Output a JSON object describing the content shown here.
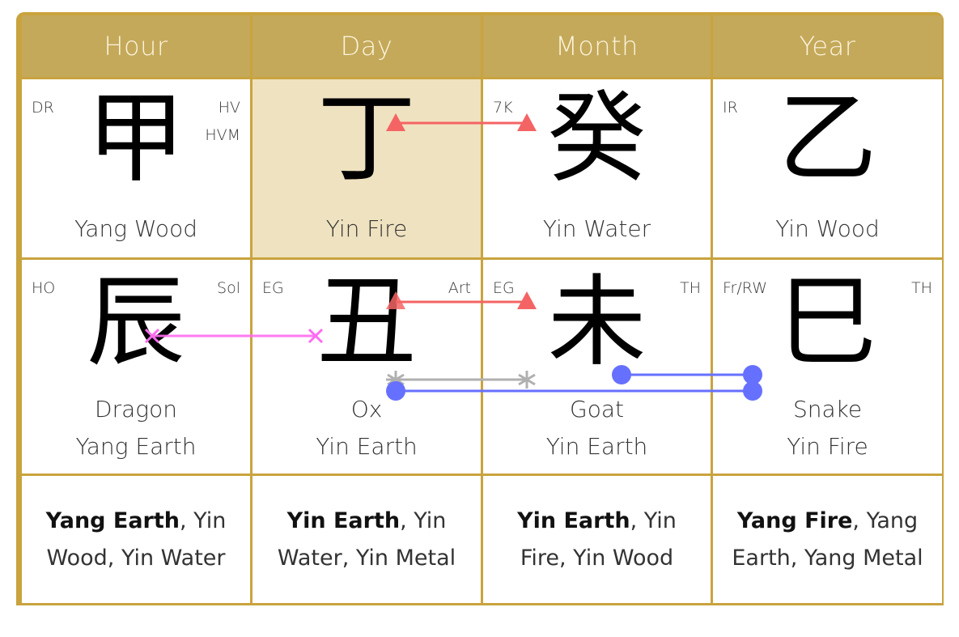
{
  "columns": [
    {
      "header": "Hour",
      "stem": {
        "glyph": "甲",
        "element": "Yang Wood",
        "tag_left": "DR",
        "tag_right": "HV\nHVM"
      },
      "branch": {
        "glyph": "辰",
        "animal": "Dragon",
        "element": "Yang Earth",
        "tag_left": "HO",
        "tag_right": "Sol"
      },
      "hidden": {
        "main": "Yang Earth",
        "rest": ", Yin Wood, Yin Water"
      }
    },
    {
      "header": "Day",
      "stem": {
        "glyph": "丁",
        "element": "Yin Fire",
        "tag_left": "",
        "tag_right": ""
      },
      "branch": {
        "glyph": "丑",
        "animal": "Ox",
        "element": "Yin Earth",
        "tag_left": "EG",
        "tag_right": "Art"
      },
      "hidden": {
        "main": "Yin Earth",
        "rest": ", Yin Water, Yin Metal"
      }
    },
    {
      "header": "Month",
      "stem": {
        "glyph": "癸",
        "element": "Yin Water",
        "tag_left": "7K",
        "tag_right": ""
      },
      "branch": {
        "glyph": "未",
        "animal": "Goat",
        "element": "Yin Earth",
        "tag_left": "EG",
        "tag_right": "TH"
      },
      "hidden": {
        "main": "Yin Earth",
        "rest": ", Yin Fire, Yin Wood"
      }
    },
    {
      "header": "Year",
      "stem": {
        "glyph": "乙",
        "element": "Yin Wood",
        "tag_left": "IR",
        "tag_right": ""
      },
      "branch": {
        "glyph": "巳",
        "animal": "Snake",
        "element": "Yin Fire",
        "tag_left": "Fr/RW",
        "tag_right": "TH"
      },
      "hidden": {
        "main": "Yang Fire",
        "rest": ", Yang Earth, Yang Metal"
      }
    }
  ],
  "highlighted_column": "Day",
  "connections": [
    {
      "type": "clash",
      "marker": "triangle",
      "color": "#f46464",
      "from": "Day stem",
      "to": "Month stem"
    },
    {
      "type": "clash",
      "marker": "triangle",
      "color": "#f46464",
      "from": "Day branch",
      "to": "Month branch"
    },
    {
      "type": "break",
      "marker": "x",
      "color": "#ff6bf0",
      "from": "Hour branch",
      "to": "Day branch"
    },
    {
      "type": "punishment",
      "marker": "asterisk",
      "color": "#b0b0b0",
      "from": "Day branch",
      "to": "Month branch"
    },
    {
      "type": "combination",
      "marker": "dot",
      "color": "#6670ff",
      "from": "Month branch",
      "to": "Year branch"
    },
    {
      "type": "combination",
      "marker": "dot",
      "color": "#6670ff",
      "from": "Day branch",
      "to": "Year branch"
    }
  ],
  "colors": {
    "frame": "#c9a33e",
    "header_bg": "#c4a95a",
    "header_text": "#fbf3dc",
    "day_master_bg": "#efe2c0"
  }
}
